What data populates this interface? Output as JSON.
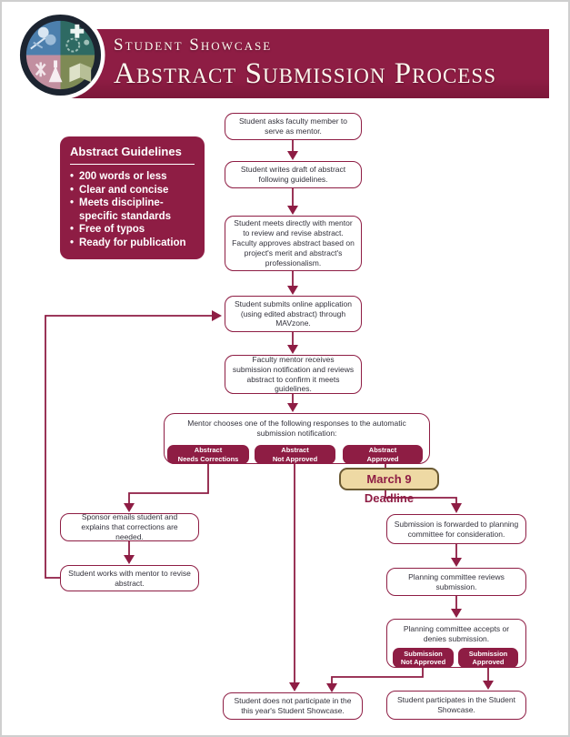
{
  "header": {
    "title_line1": "Student Showcase",
    "title_line2": "Abstract Submission Process"
  },
  "guidelines": {
    "title": "Abstract Guidelines",
    "items": [
      "200 words or less",
      "Clear and concise",
      "Meets discipline-specific standards",
      "Free of typos",
      "Ready for publication"
    ]
  },
  "flow": {
    "step_ask_mentor": "Student asks faculty member to serve as mentor.",
    "step_write_draft": "Student writes draft of abstract following guidelines.",
    "step_meet_mentor": "Student meets directly with mentor to review and revise abstract. Faculty approves abstract based on project's merit and abstract's professionalism.",
    "step_submit_online": "Student submits online application (using edited abstract) through MAVzone.",
    "step_mentor_receives": "Faculty mentor receives submission notification and reviews abstract to confirm it meets guidelines.",
    "step_mentor_chooses": "Mentor chooses one of the following responses to the automatic submission notification:",
    "btn_needs_corrections": {
      "line1": "Abstract",
      "line2": "Needs Corrections"
    },
    "btn_not_approved": {
      "line1": "Abstract",
      "line2": "Not Approved"
    },
    "btn_approved": {
      "line1": "Abstract",
      "line2": "Approved"
    },
    "deadline_badge": "March 9 Deadline",
    "step_sponsor_emails": "Sponsor emails student and explains that corrections are needed.",
    "step_revise": "Student works with mentor to revise abstract.",
    "step_forwarded": "Submission is forwarded to planning committee for consideration.",
    "step_committee_reviews": "Planning committee reviews submission.",
    "step_committee_decides": "Planning committee accepts or denies submission.",
    "btn_sub_not_approved": {
      "line1": "Submission",
      "line2": "Not Approved"
    },
    "btn_sub_approved": {
      "line1": "Submission",
      "line2": "Approved"
    },
    "step_not_participate": "Student does not participate in the this year's Student Showcase.",
    "step_participate": "Student participates in the Student Showcase."
  },
  "colors": {
    "maroon": "#8e1d44",
    "box_text": "#33323c",
    "badge_bg": "#eed9a4",
    "badge_border": "#6b5a33",
    "page_border": "#cfcfcf"
  }
}
